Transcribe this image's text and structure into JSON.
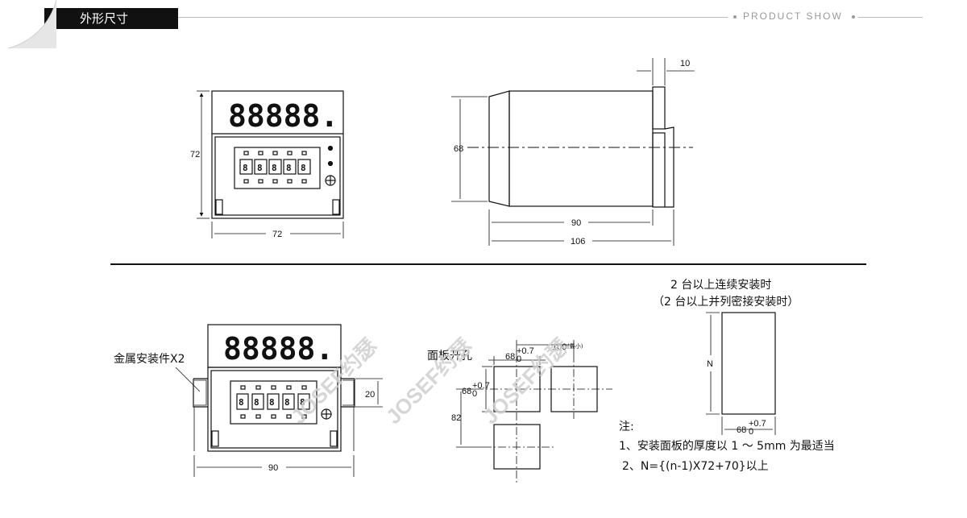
{
  "header": {
    "title": "外形尺寸",
    "tagline": "PRODUCT SHOW"
  },
  "front_view": {
    "display_digits": "88888.",
    "height_dim": "72",
    "width_dim": "72",
    "thumbwheel_digits": [
      "8",
      "8",
      "8",
      "8",
      "8"
    ]
  },
  "side_view": {
    "height_dim": "68",
    "flange_dim": "10",
    "body_dim": "90",
    "total_dim": "106"
  },
  "mounting_view": {
    "label": "金属安装件X2",
    "side_dim": "20",
    "width_dim": "90",
    "display_digits": "88888."
  },
  "panel_cutout": {
    "label": "面板开孔",
    "spacing": "100",
    "spacing_note": "(最小)",
    "cut_w": "68",
    "tol_upper": "+0.7",
    "tol_lower": "0",
    "cut_h": "68",
    "pitch": "82"
  },
  "multi_mount": {
    "line1": "2 台以上连续安装时",
    "line2": "（2 台以上并列密接安装时）",
    "n_label": "N",
    "width": "68"
  },
  "notes": {
    "heading": "注:",
    "note1": "1、安装面板的厚度以 1 ～ 5mm 为最适当",
    "note2": "2、N={(n-1)X72+70}以上"
  },
  "watermark": [
    "JOSEF约瑟",
    "JOSEF约瑟",
    "JOSEF约瑟"
  ]
}
